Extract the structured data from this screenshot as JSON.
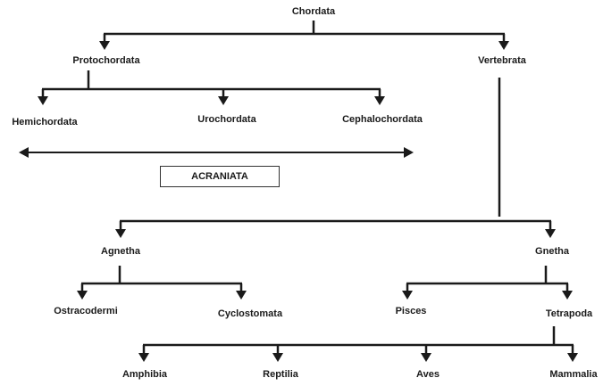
{
  "diagram": {
    "title": "Chordata classification",
    "nodes": {
      "chordata": "Chordata",
      "protochordata": "Protochordata",
      "vertebrata": "Vertebrata",
      "hemichordata": "Hemichordata",
      "urochordata": "Urochordata",
      "cephalochordata": "Cephalochordata",
      "agnetha": "Agnetha",
      "gnetha": "Gnetha",
      "ostracodermi": "Ostracodermi",
      "cyclostomata": "Cyclostomata",
      "pisces": "Pisces",
      "tetrapoda": "Tetrapoda",
      "amphibia": "Amphibia",
      "reptilia": "Reptilia",
      "aves": "Aves",
      "mammalia": "Mammalia"
    },
    "group_label": "ACRANIATA",
    "edges": [
      [
        "chordata",
        "protochordata"
      ],
      [
        "chordata",
        "vertebrata"
      ],
      [
        "protochordata",
        "hemichordata"
      ],
      [
        "protochordata",
        "urochordata"
      ],
      [
        "protochordata",
        "cephalochordata"
      ],
      [
        "vertebrata",
        "agnetha"
      ],
      [
        "vertebrata",
        "gnetha"
      ],
      [
        "agnetha",
        "ostracodermi"
      ],
      [
        "agnetha",
        "cyclostomata"
      ],
      [
        "gnetha",
        "pisces"
      ],
      [
        "gnetha",
        "tetrapoda"
      ],
      [
        "tetrapoda",
        "amphibia"
      ],
      [
        "tetrapoda",
        "reptilia"
      ],
      [
        "tetrapoda",
        "aves"
      ],
      [
        "tetrapoda",
        "mammalia"
      ]
    ]
  }
}
